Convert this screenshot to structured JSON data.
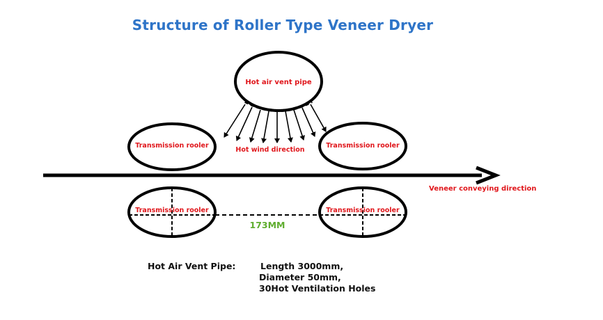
{
  "title": "Structure of Roller Type Veneer Dryer",
  "labels": {
    "vent_pipe": "Hot air vent pipe",
    "hot_wind": "Hot wind direction",
    "roller_top_left": "Transmission rooler",
    "roller_top_right": "Transmission rooler",
    "roller_bottom_left": "Transmission rooler",
    "roller_bottom_right": "Transmission rooler",
    "conveying": "Veneer conveying direction",
    "distance": "173MM"
  },
  "specs": {
    "key": "Hot Air Vent Pipe:",
    "length": "Length 3000mm,",
    "diameter": "Diameter 50mm,",
    "holes": "30Hot Ventilation Holes"
  },
  "colors": {
    "title": "#2E74C8",
    "labels": "#E0161B",
    "distance": "#5FAD2F",
    "lines": "#000000"
  }
}
